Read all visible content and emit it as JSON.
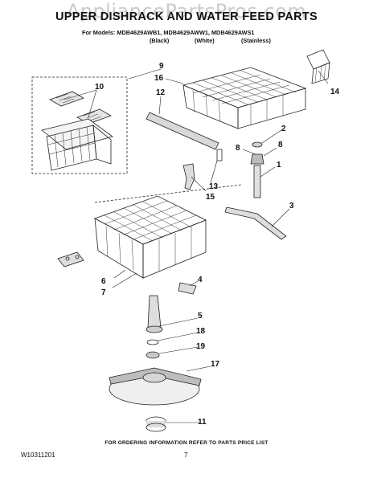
{
  "watermark": "AppliancePartsPros.com",
  "title": "UPPER DISHRACK AND WATER FEED PARTS",
  "models": "For Models: MDB4629AWB1, MDB4629AWW1, MDB4629AWS1",
  "variants": [
    "(Black)",
    "(White)",
    "(Stainless)"
  ],
  "callouts": {
    "c9": "9",
    "c16": "16",
    "c10": "10",
    "c12": "12",
    "c14": "14",
    "c2": "2",
    "c8a": "8",
    "c8b": "8",
    "c1": "1",
    "c13": "13",
    "c15": "15",
    "c3": "3",
    "c6": "6",
    "c7": "7",
    "c4": "4",
    "c5": "5",
    "c18": "18",
    "c19": "19",
    "c17": "17",
    "c11": "11"
  },
  "footer": {
    "note": "FOR ORDERING INFORMATION REFER TO PARTS PRICE LIST",
    "doc_number": "W10311201",
    "page": "7"
  }
}
